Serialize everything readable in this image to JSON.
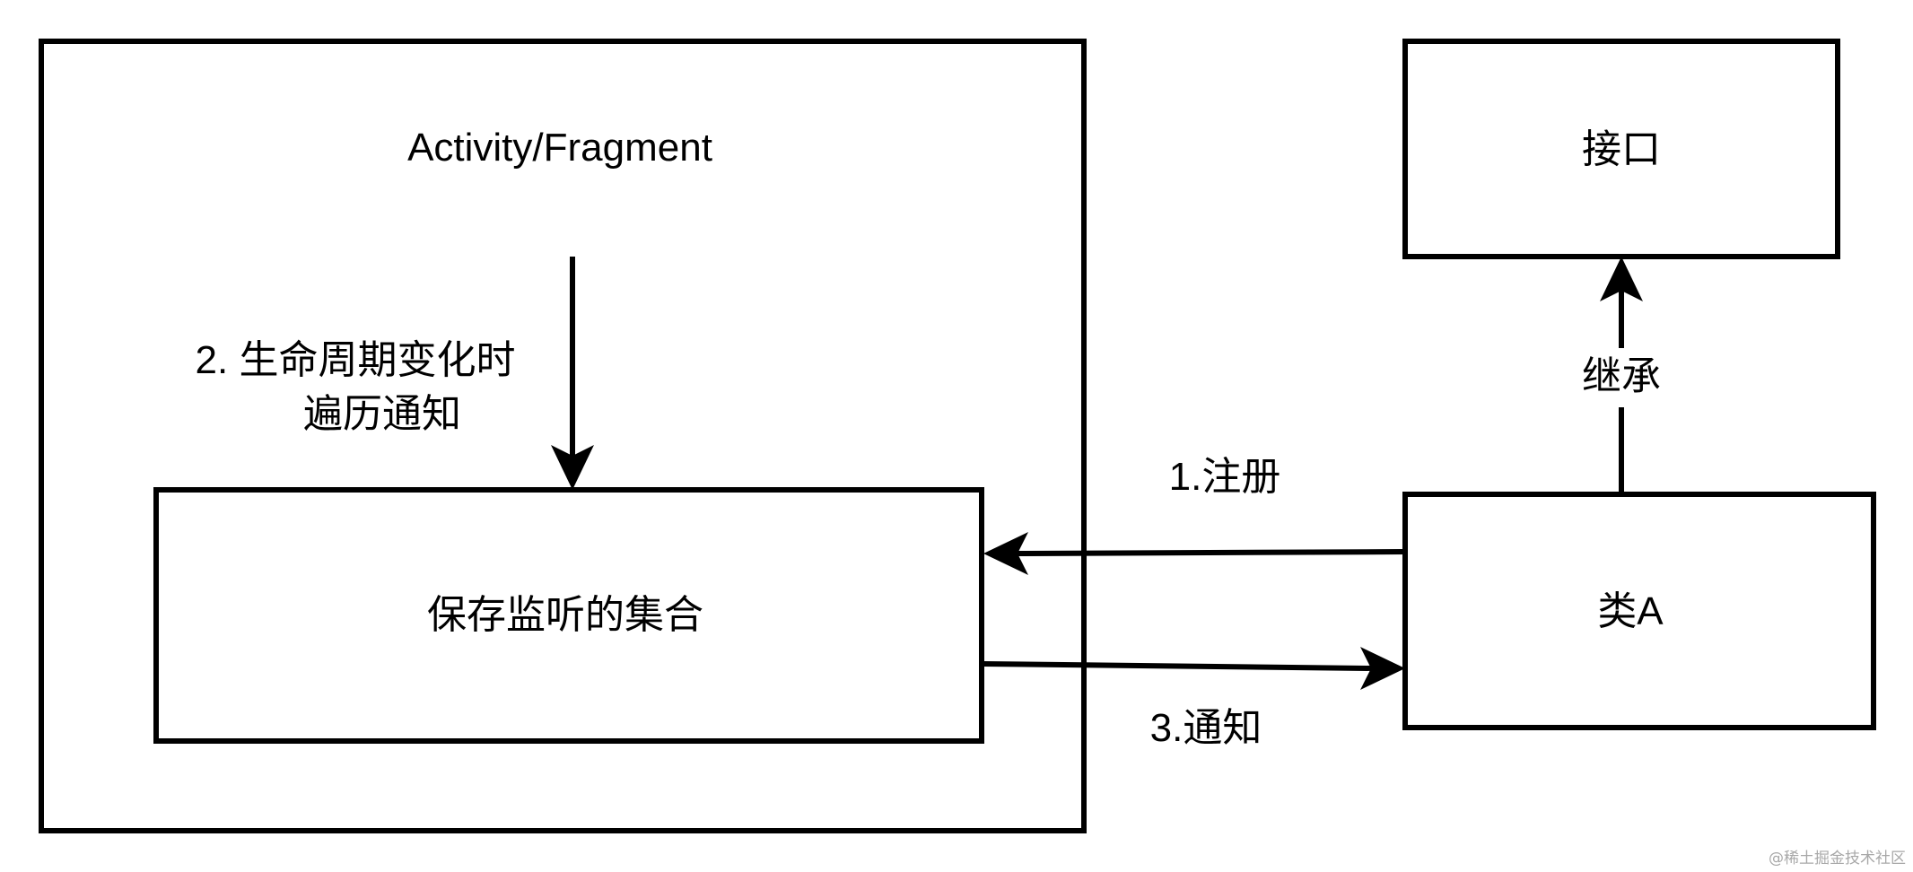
{
  "nodes": {
    "activity": {
      "label": "Activity/Fragment"
    },
    "collection": {
      "label": "保存监听的集合"
    },
    "interface": {
      "label": "接口"
    },
    "class_a": {
      "label": "类A"
    }
  },
  "edges": {
    "lifecycle_notify": {
      "line1": "2. 生命周期变化时",
      "line2": "遍历通知"
    },
    "inherit": {
      "label": "继承"
    },
    "register": {
      "label": "1.注册"
    },
    "notify": {
      "label": "3.通知"
    }
  },
  "watermark": "@稀土掘金技术社区",
  "colors": {
    "stroke": "#000000",
    "background": "#ffffff",
    "watermark": "#a8a8a8"
  }
}
